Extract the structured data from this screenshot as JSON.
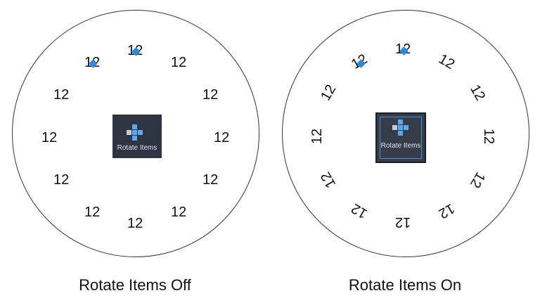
{
  "left": {
    "numbers": [
      "12",
      "12",
      "12",
      "12",
      "12",
      "12",
      "12",
      "12",
      "12",
      "12",
      "12",
      "12"
    ],
    "button_label": "Rotate Items",
    "caption": "Rotate Items Off"
  },
  "right": {
    "numbers": [
      "12",
      "12",
      "12",
      "12",
      "12",
      "12",
      "12",
      "12",
      "12",
      "12",
      "12",
      "12"
    ],
    "button_label": "Rotate Items",
    "caption": "Rotate Items On"
  },
  "colors": {
    "button_bg": "#2e3440",
    "grip": "#2b8ae0",
    "glyph_blue": "#5aa9f0",
    "glyph_gray": "#c8ccd2"
  },
  "icons": [
    "rotate-items-icon",
    "grip-icon"
  ]
}
